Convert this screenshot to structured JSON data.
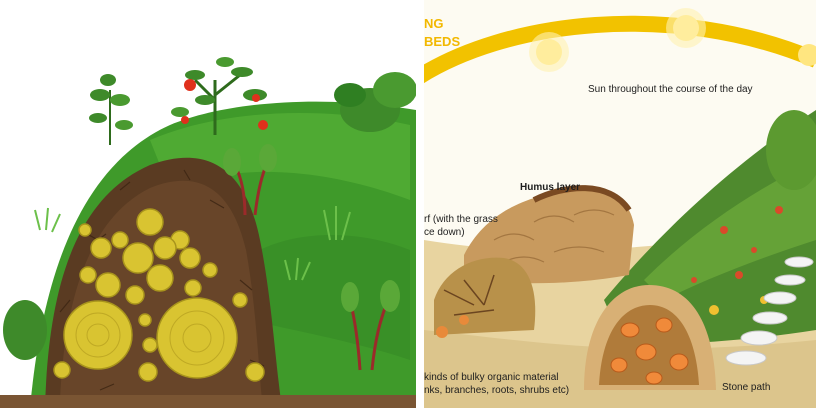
{
  "left_panel": {},
  "right_panel": {
    "header_lines": [
      "NG",
      "BEDS"
    ],
    "labels": {
      "sun": "Sun throughout the course of the day",
      "humus": "Humus layer",
      "turf_line1": "rf (with the grass",
      "turf_line2": "ce down)",
      "bulky_line1": "kinds of bulky organic material",
      "bulky_line2": "nks, branches, roots, shrubs etc)",
      "stone_path": "Stone path"
    }
  },
  "colors": {
    "grass": "#3f9a2a",
    "soil": "#5a3b22",
    "log_fill": "#d9c431",
    "sun_arc": "#f2c200",
    "header_text": "#f2b800"
  }
}
